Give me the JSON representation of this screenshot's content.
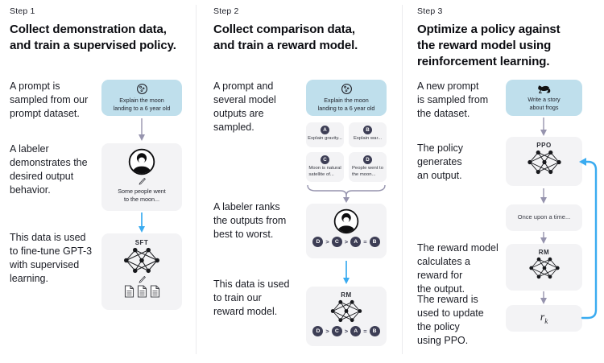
{
  "colors": {
    "prompt_box_bg": "#bfdfec",
    "panel_bg": "#f3f3f5",
    "chip_bg": "#3d3e55",
    "arrow_gray": "#9694ae",
    "arrow_blue": "#3aabf0"
  },
  "step1": {
    "label": "Step 1",
    "title": "Collect demonstration data,\nand train a supervised policy.",
    "captions": {
      "prompt": "A prompt is\nsampled from our\nprompt dataset.",
      "labeler": "A labeler\ndemonstrates the\ndesired output\nbehavior.",
      "finetune": "This data is used\nto fine-tune GPT-3\nwith supervised\nlearning."
    },
    "prompt_box": "Explain the moon\nlanding to a 6 year old",
    "labeler_box": "Some people went\nto the moon...",
    "sft_label": "SFT"
  },
  "step2": {
    "label": "Step 2",
    "title": "Collect comparison data,\nand train a reward model.",
    "captions": {
      "sampled": "A prompt and\nseveral model\noutputs are\nsampled.",
      "ranks": "A labeler ranks\nthe outputs from\nbest to worst.",
      "train": "This data is used\nto train our\nreward model."
    },
    "prompt_box": "Explain the moon\nlanding to a 6 year old",
    "outputs": [
      {
        "id": "A",
        "text": "Explain gravity..."
      },
      {
        "id": "B",
        "text": "Explain war..."
      },
      {
        "id": "C",
        "text": "Moon is natural\nsatellite of..."
      },
      {
        "id": "D",
        "text": "People went to\nthe moon..."
      }
    ],
    "ranking": [
      "D",
      ">",
      "C",
      ">",
      "A",
      "=",
      "B"
    ],
    "rm_label": "RM"
  },
  "step3": {
    "label": "Step 3",
    "title": "Optimize a policy against\nthe reward model using\nreinforcement learning.",
    "captions": {
      "new_prompt": "A new prompt\nis sampled from\nthe dataset.",
      "policy": "The policy\ngenerates\nan output.",
      "reward_calc": "The reward model\ncalculates a\nreward for\nthe output.",
      "reward_update": "The reward is\nused to update\nthe policy\nusing PPO."
    },
    "prompt_box": "Write a story\nabout frogs",
    "ppo_label": "PPO",
    "output_box": "Once upon a time...",
    "rm_label": "RM",
    "reward_symbol": "r",
    "reward_subscript": "k"
  }
}
